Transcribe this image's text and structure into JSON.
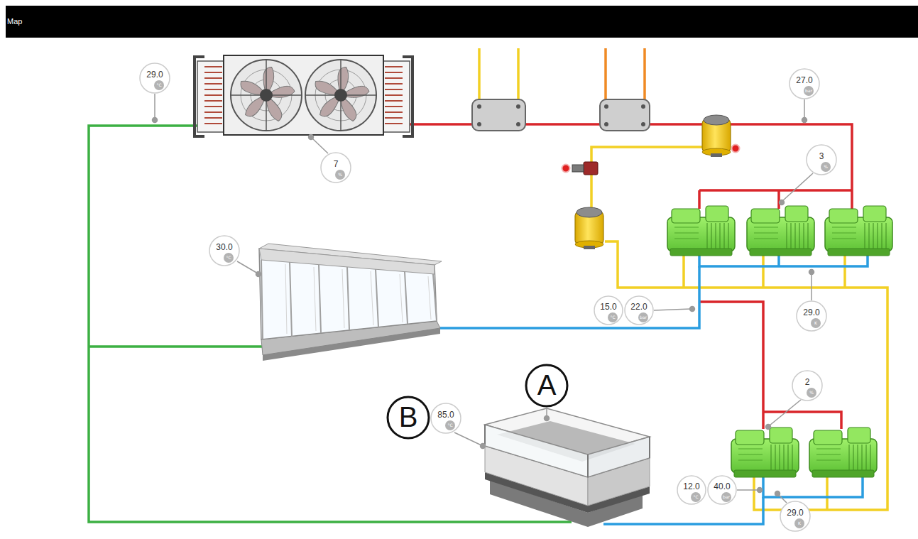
{
  "diagram": {
    "title": "Map",
    "nodes": [
      {
        "text": [
          "29.0",
          "°C"
        ]
      },
      {
        "text": [
          "27.0",
          "bar"
        ]
      },
      {
        "text": [
          "7",
          "%"
        ]
      },
      {
        "text": [
          "3",
          "%"
        ]
      },
      {
        "text": [
          "30.0",
          "°C"
        ]
      },
      {
        "text": [
          "15.0",
          "°C"
        ]
      },
      {
        "text": [
          "22.0",
          "bar"
        ]
      },
      {
        "text": [
          "29.0",
          "K"
        ]
      },
      {
        "text": [
          "A"
        ]
      },
      {
        "text": [
          "B"
        ]
      },
      {
        "text": [
          "85.0",
          "°C"
        ]
      },
      {
        "text": [
          "2",
          "%"
        ]
      },
      {
        "text": [
          "12.0",
          "°C"
        ]
      },
      {
        "text": [
          "40.0",
          "bar"
        ]
      },
      {
        "text": [
          "29.0",
          "K"
        ]
      }
    ]
  }
}
